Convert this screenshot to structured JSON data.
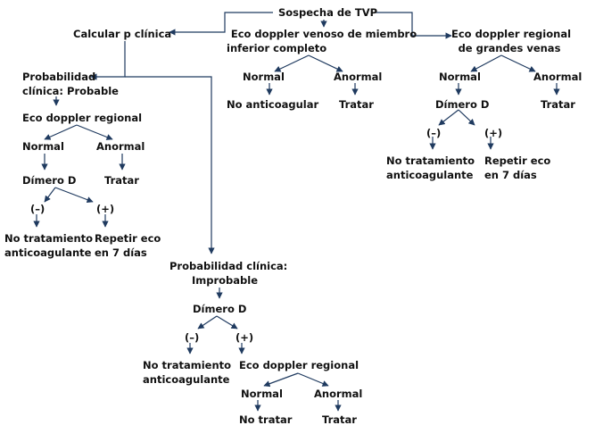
{
  "nodes": {
    "root": "Sospecha de TVP",
    "calc": "Calcular p clínica",
    "eco_full_1": "Eco doppler venoso de miembro",
    "eco_full_2": "inferior completo",
    "eco_big_1": "Eco doppler regional",
    "eco_big_2": "de grandes venas",
    "prob_probable_1": "Probabilidad",
    "prob_probable_2": "clínica: Probable",
    "eco_reg_left": "Eco doppler regional",
    "normal_left": "Normal",
    "anormal_left": "Anormal",
    "dimero_left": "Dímero D",
    "tratar_left": "Tratar",
    "neg_left": "(–)",
    "pos_left": "(+)",
    "no_trat_left_1": "No tratamiento",
    "no_trat_left_2": "anticoagulante",
    "repetir_left_1": "Repetir eco",
    "repetir_left_2": "en 7 días",
    "normal_mid": "Normal",
    "anormal_mid": "Anormal",
    "no_anticoag_mid": "No anticoagular",
    "tratar_mid": "Tratar",
    "normal_right": "Normal",
    "anormal_right": "Anormal",
    "dimero_right": "Dímero D",
    "tratar_right": "Tratar",
    "neg_right": "(–)",
    "pos_right": "(+)",
    "no_trat_right_1": "No tratamiento",
    "no_trat_right_2": "anticoagulante",
    "repetir_right_1": "Repetir eco",
    "repetir_right_2": "en 7 días",
    "prob_improbable_1": "Probabilidad clínica:",
    "prob_improbable_2": "Improbable",
    "dimero_bottom": "Dímero D",
    "neg_bottom": "(–)",
    "pos_bottom": "(+)",
    "no_trat_bottom_1": "No tratamiento",
    "no_trat_bottom_2": "anticoagulante",
    "eco_reg_bottom": "Eco doppler regional",
    "normal_bottom": "Normal",
    "anormal_bottom": "Anormal",
    "no_tratar_bottom": "No tratar",
    "tratar_bottom": "Tratar"
  },
  "colors": {
    "arrow": "#1f3a5f",
    "text": "#111111"
  }
}
